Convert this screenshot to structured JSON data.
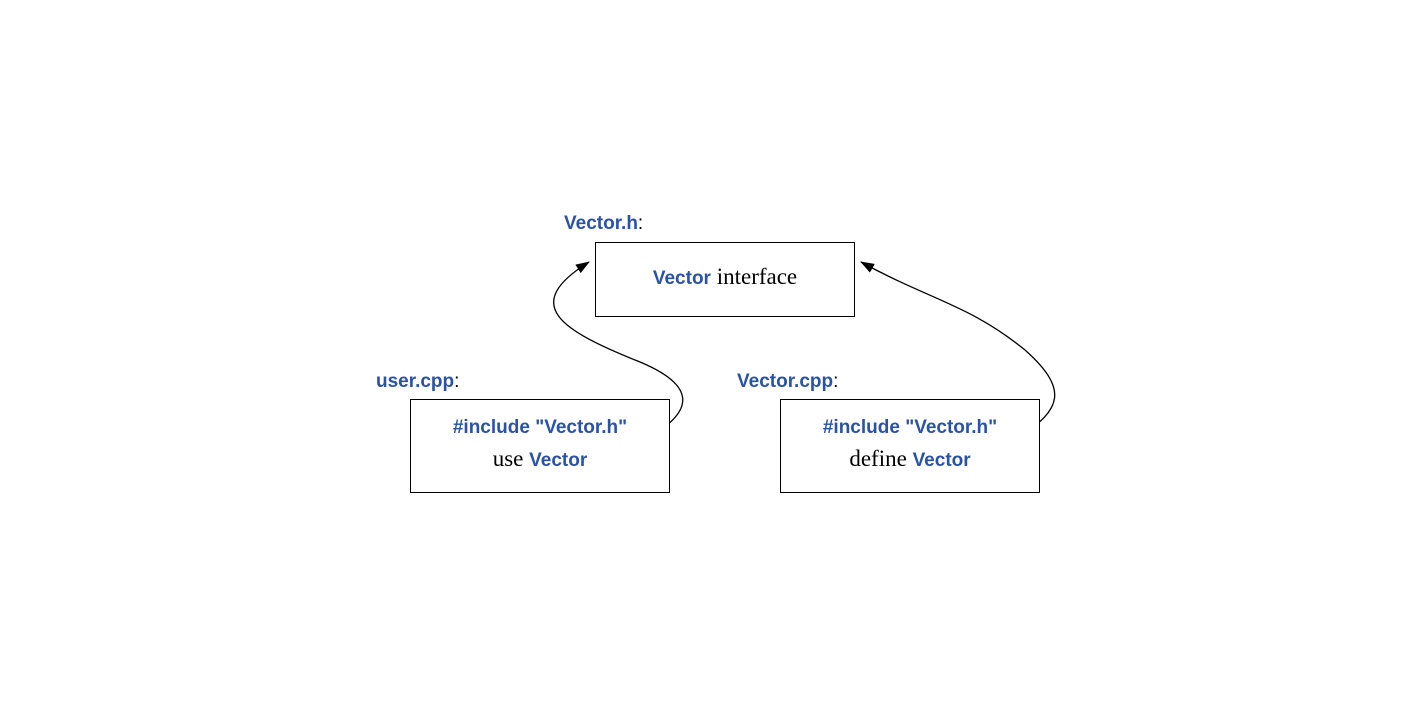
{
  "header_file": {
    "filename": "Vector.h",
    "colon": ":",
    "box": {
      "code": "Vector",
      "text": " interface"
    }
  },
  "user_file": {
    "filename": "user.cpp",
    "colon": ":",
    "include_line": "#include \"Vector.h\"",
    "body": {
      "text": "use ",
      "code": "Vector"
    }
  },
  "impl_file": {
    "filename": "Vector.cpp",
    "colon": ":",
    "include_line": "#include \"Vector.h\"",
    "body": {
      "text": "define ",
      "code": "Vector"
    }
  }
}
